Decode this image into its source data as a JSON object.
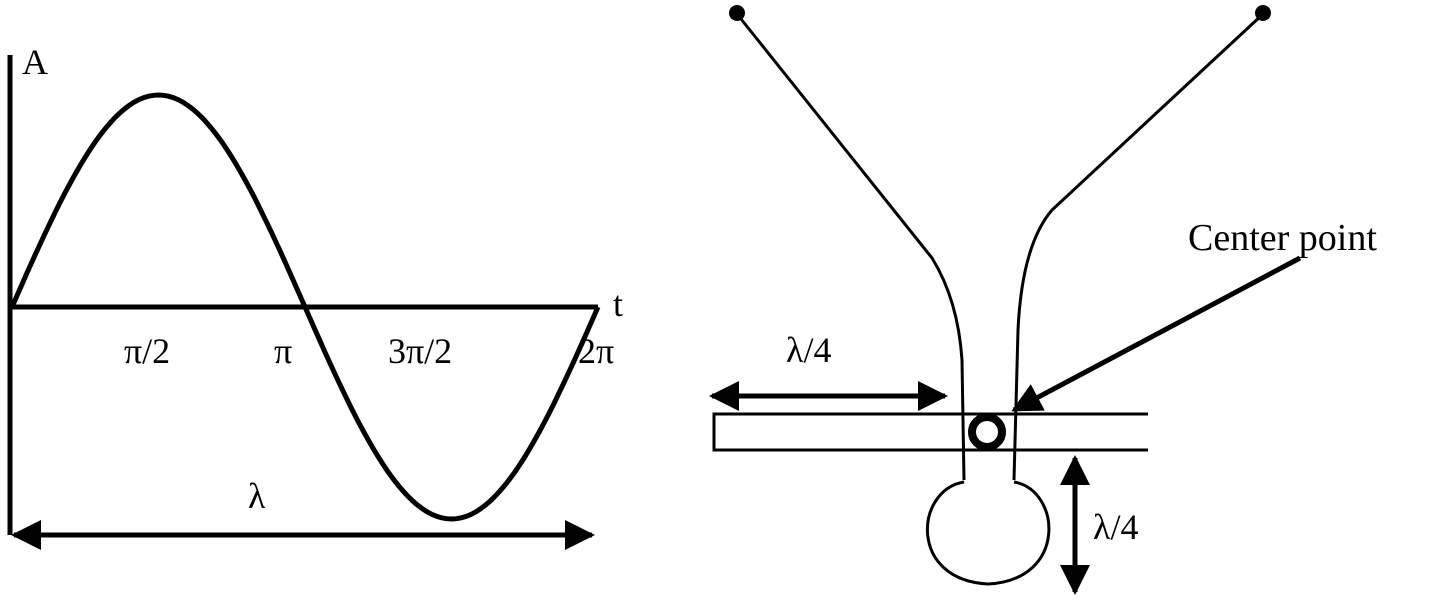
{
  "wave_diagram": {
    "y_axis_label": "A",
    "x_axis_label": "t",
    "ticks": [
      "π/2",
      "π",
      "3π/2",
      "2π"
    ],
    "wavelength_label": "λ"
  },
  "antenna_diagram": {
    "center_label": "Center point",
    "horizontal_quarter_label": "λ/4",
    "vertical_quarter_label": "λ/4"
  },
  "colors": {
    "stroke": "#000000",
    "background": "#ffffff"
  }
}
